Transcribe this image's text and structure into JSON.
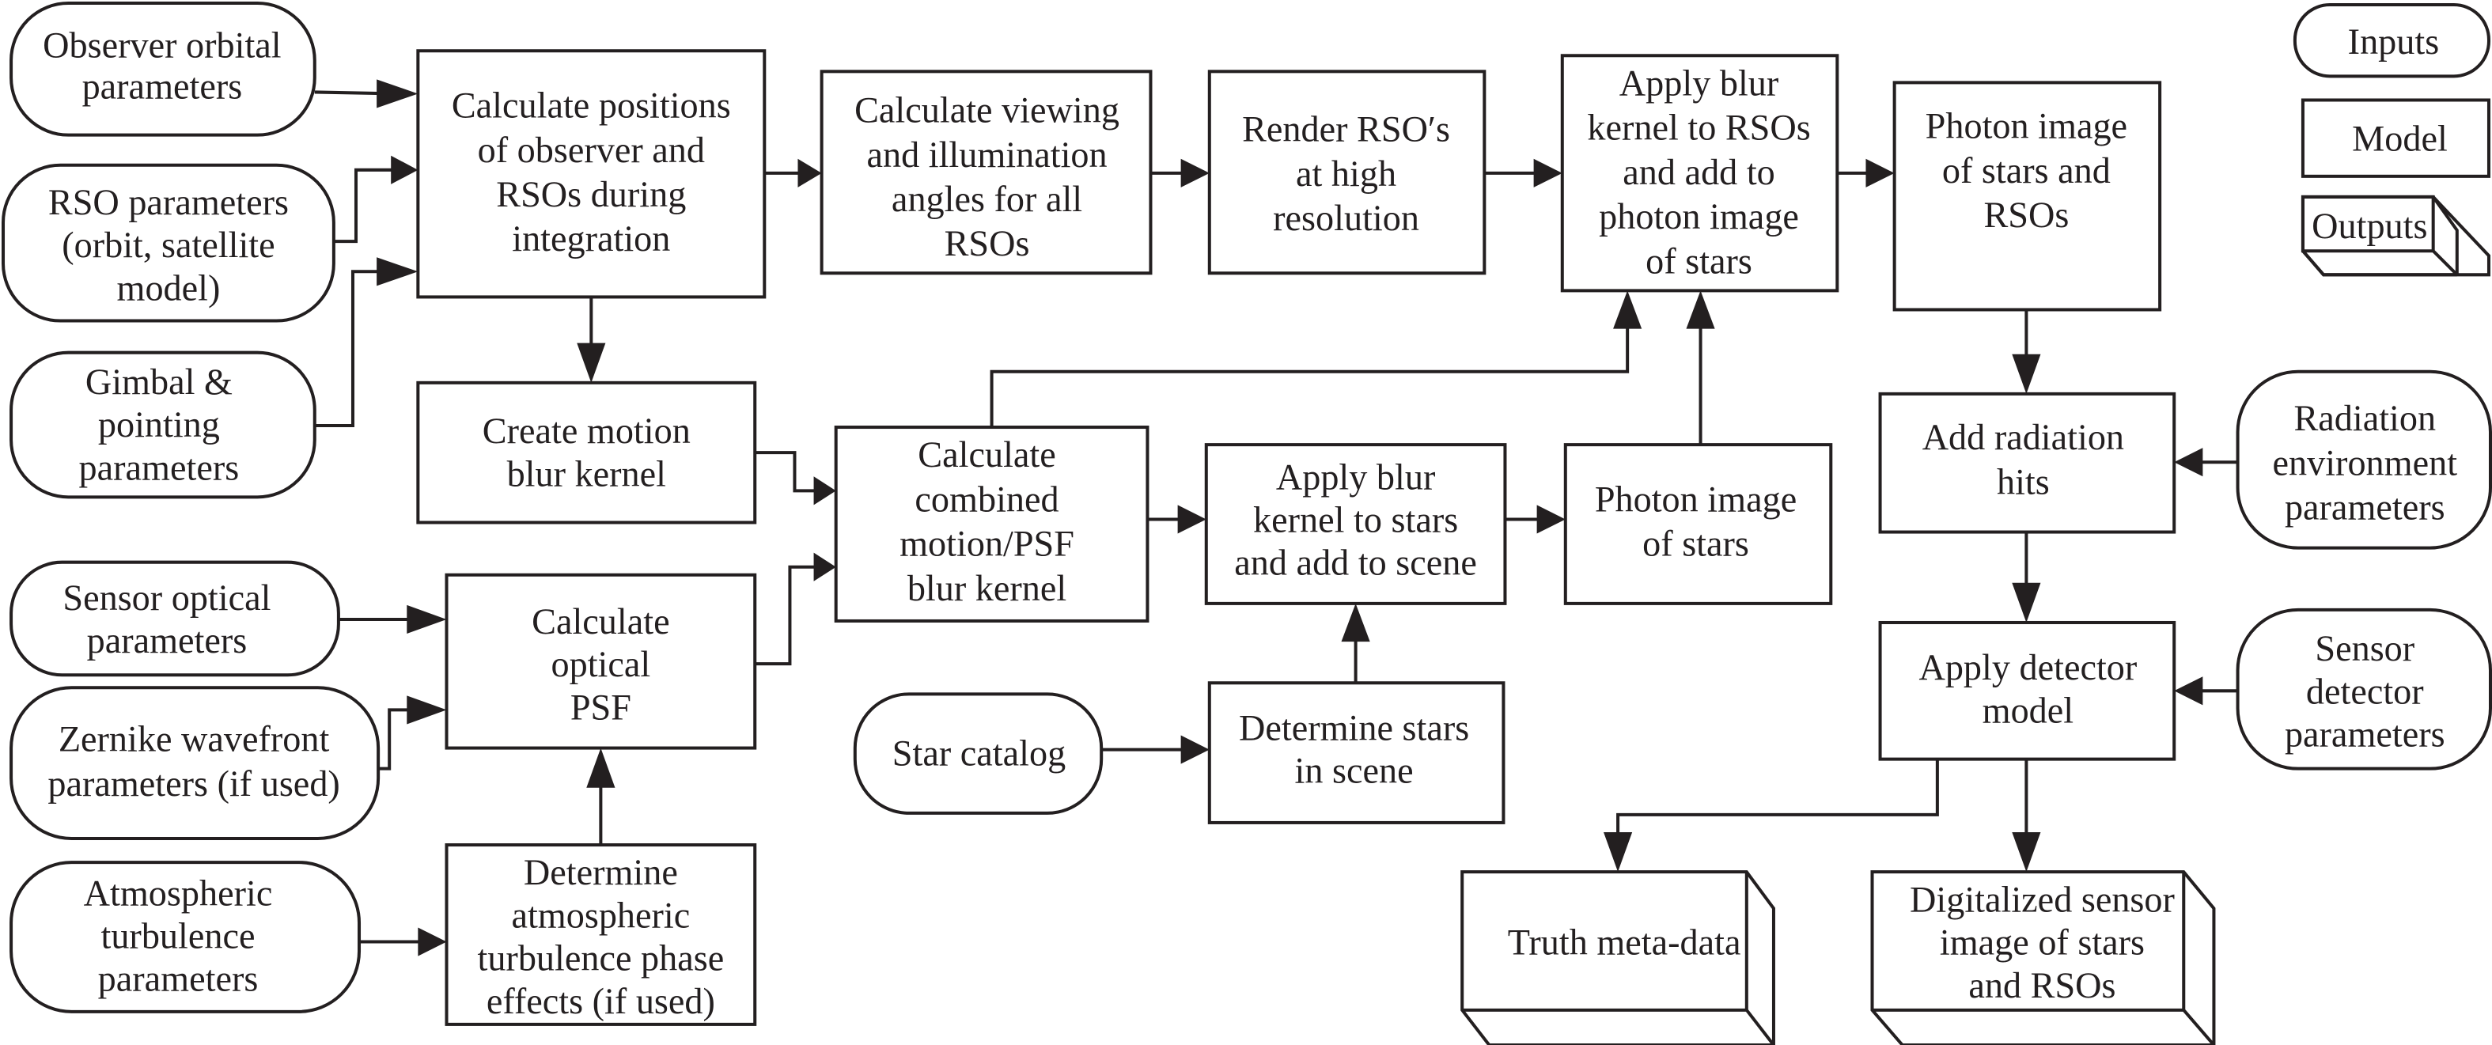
{
  "diagram": {
    "type": "flowchart",
    "colors": {
      "stroke": "#231f20",
      "background": "#ffffff",
      "text": "#231f20"
    },
    "legend": {
      "inputs": "Inputs",
      "model": "Model",
      "outputs": "Outputs"
    },
    "inputs": {
      "observer_orbital": [
        "Observer orbital",
        "parameters"
      ],
      "rso_parameters": [
        "RSO parameters",
        "(orbit, satellite",
        "model)"
      ],
      "gimbal": [
        "Gimbal &",
        "pointing",
        "parameters"
      ],
      "sensor_optical": [
        "Sensor optical",
        "parameters"
      ],
      "zernike": [
        "Zernike wavefront",
        "parameters (if used)"
      ],
      "atmospheric": [
        "Atmospheric",
        "turbulence",
        "parameters"
      ],
      "star_catalog": [
        "Star catalog"
      ],
      "radiation": [
        "Radiation",
        "environment",
        "parameters"
      ],
      "sensor_detector": [
        "Sensor",
        "detector",
        "parameters"
      ]
    },
    "models": {
      "calc_positions": [
        "Calculate positions",
        "of observer and",
        "RSOs during",
        "integration"
      ],
      "create_motion_blur": [
        "Create motion",
        "blur kernel"
      ],
      "calc_optical_psf": [
        "Calculate",
        "optical",
        "PSF"
      ],
      "determine_atmos": [
        "Determine",
        "atmospheric",
        "turbulence phase",
        "effects (if used)"
      ],
      "calc_viewing": [
        "Calculate viewing",
        "and illumination",
        "angles for all",
        "RSOs"
      ],
      "render_rso": [
        "Render RSO′s",
        "at high",
        "resolution"
      ],
      "apply_blur_rsos": [
        "Apply blur",
        "kernel to RSOs",
        "and add to",
        "photon image",
        "of stars"
      ],
      "photon_stars_rsos": [
        "Photon image",
        "of stars and",
        "RSOs"
      ],
      "calc_combined": [
        "Calculate",
        "combined",
        "motion/PSF",
        "blur kernel"
      ],
      "apply_blur_stars": [
        "Apply blur",
        "kernel to stars",
        "and add to scene"
      ],
      "photon_stars": [
        "Photon image",
        "of stars"
      ],
      "determine_stars": [
        "Determine stars",
        "in scene"
      ],
      "add_radiation": [
        "Add radiation",
        "hits"
      ],
      "apply_detector": [
        "Apply detector",
        "model"
      ]
    },
    "outputs": {
      "truth_metadata": [
        "Truth meta-data"
      ],
      "digitalized_image": [
        "Digitalized sensor",
        "image of stars",
        "and RSOs"
      ]
    },
    "edges": [
      [
        "observer_orbital",
        "calc_positions"
      ],
      [
        "rso_parameters",
        "calc_positions"
      ],
      [
        "gimbal",
        "calc_positions"
      ],
      [
        "calc_positions",
        "calc_viewing"
      ],
      [
        "calc_positions",
        "create_motion_blur"
      ],
      [
        "calc_viewing",
        "render_rso"
      ],
      [
        "render_rso",
        "apply_blur_rsos"
      ],
      [
        "apply_blur_rsos",
        "photon_stars_rsos"
      ],
      [
        "create_motion_blur",
        "calc_combined"
      ],
      [
        "sensor_optical",
        "calc_optical_psf"
      ],
      [
        "zernike",
        "calc_optical_psf"
      ],
      [
        "atmospheric",
        "determine_atmos"
      ],
      [
        "determine_atmos",
        "calc_optical_psf"
      ],
      [
        "calc_optical_psf",
        "calc_combined"
      ],
      [
        "calc_combined",
        "apply_blur_rsos"
      ],
      [
        "calc_combined",
        "apply_blur_stars"
      ],
      [
        "star_catalog",
        "determine_stars"
      ],
      [
        "determine_stars",
        "apply_blur_stars"
      ],
      [
        "apply_blur_stars",
        "photon_stars"
      ],
      [
        "photon_stars",
        "apply_blur_rsos"
      ],
      [
        "photon_stars_rsos",
        "add_radiation"
      ],
      [
        "radiation",
        "add_radiation"
      ],
      [
        "add_radiation",
        "apply_detector"
      ],
      [
        "sensor_detector",
        "apply_detector"
      ],
      [
        "apply_detector",
        "truth_metadata"
      ],
      [
        "apply_detector",
        "digitalized_image"
      ]
    ]
  }
}
